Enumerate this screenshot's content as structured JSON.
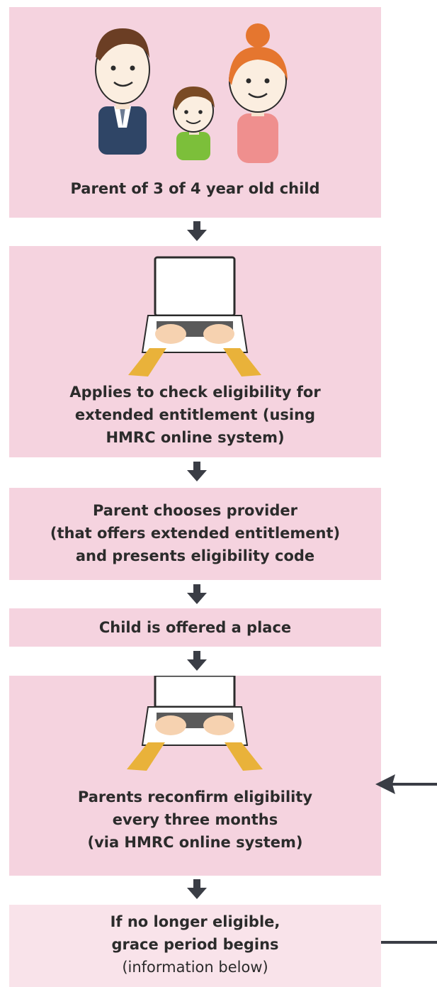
{
  "steps": [
    {
      "lines": [
        "Parent of 3 of 4 year old child"
      ],
      "illustration": "family-illustration"
    },
    {
      "lines": [
        "Applies to check eligibility for",
        "extended entitlement (using",
        "HMRC online system)"
      ],
      "illustration": "laptop-typing-illustration"
    },
    {
      "lines": [
        "Parent chooses provider",
        "(that offers extended entitlement)",
        "and presents eligibility code"
      ]
    },
    {
      "lines": [
        "Child is offered a place"
      ]
    },
    {
      "lines": [
        "Parents reconfirm eligibility",
        "every three months",
        "(via HMRC online system)"
      ],
      "illustration": "laptop-typing-illustration"
    },
    {
      "lines": [
        "If no longer eligible,",
        "grace period begins",
        "(information below)"
      ]
    }
  ],
  "colors": {
    "box": "#f5d3df",
    "box_last": "#f9e3ea",
    "arrow": "#3a3d45",
    "text": "#2b2b2b",
    "sleeve": "#e9b23a",
    "skin": "#f6d2b0"
  }
}
